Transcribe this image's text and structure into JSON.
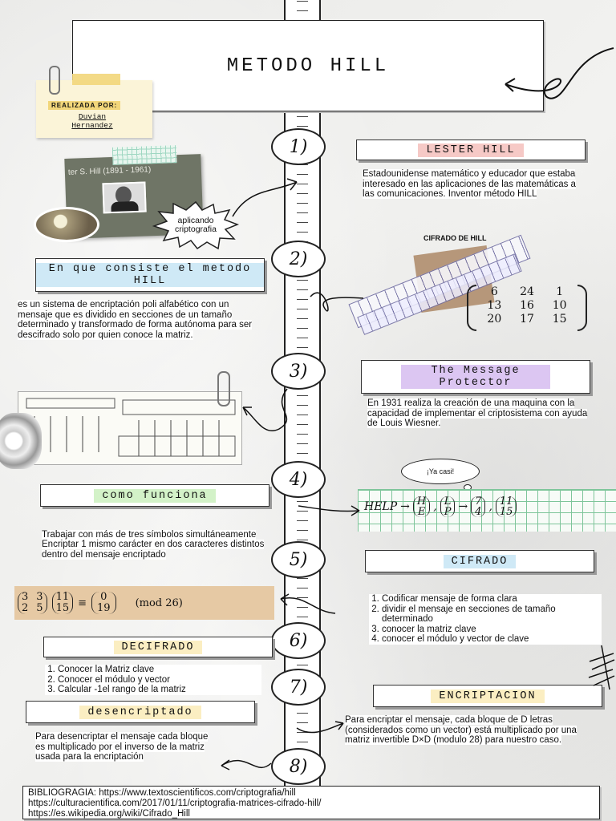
{
  "title": "METODO HILL",
  "author": {
    "label": "REALIZADA POR:",
    "name": "Duvian Hernandez"
  },
  "photo_caption": "ter S. Hill (1891 - 1961)",
  "bubble": "aplicando criptografia",
  "steps": [
    "1)",
    "2)",
    "3)",
    "4)",
    "5)",
    "6)",
    "7)",
    "8)"
  ],
  "s1": {
    "heading": "LESTER HILL",
    "text": "Estadounidense matemático y educador que estaba interesado en las aplicaciones de las matemáticas a las comunicaciones.  Inventor método HILL"
  },
  "s2": {
    "heading": "En que consiste el metodo HILL",
    "text": "es un sistema de encriptación poli alfabético con  un mensaje que es dividido en secciones de un tamaño determinado y transformado de forma autónoma para ser descifrado solo por quien conoce la matriz."
  },
  "cifrado_label": "CIFRADO DE HILL",
  "matrix": [
    [
      "6",
      "24",
      "1"
    ],
    [
      "13",
      "16",
      "10"
    ],
    [
      "20",
      "17",
      "15"
    ]
  ],
  "s3": {
    "heading": "The Message Protector",
    "text": " En 1931 realiza la creación de una maquina con la capacidad de implementar el criptosistema con ayuda de Louis Wiesner."
  },
  "s4": {
    "heading": "como funciona",
    "text": "Trabajar con más de tres símbolos simultáneamente\nEncriptar 1 mismo carácter en dos caracteres distintos dentro del mensaje encriptado"
  },
  "thought": "¡Ya casi!",
  "help_eq": {
    "word": "HELP",
    "pairs": [
      [
        "H",
        "E"
      ],
      [
        "L",
        "P"
      ],
      [
        "7",
        "4"
      ],
      [
        "11",
        "15"
      ]
    ]
  },
  "s5": {
    "heading": "CIFRADO",
    "items": [
      "Codificar mensaje de forma clara",
      "dividir el mensaje en secciones de tamaño determinado",
      "conocer la matriz clave",
      "conocer el módulo y vector de clave"
    ]
  },
  "mod_eq": {
    "m": [
      [
        "3",
        "3"
      ],
      [
        "2",
        "5"
      ]
    ],
    "v": [
      "11",
      "15"
    ],
    "r": [
      "0",
      "19"
    ],
    "mod": "(mod 26)"
  },
  "s6": {
    "heading": "DECIFRADO",
    "items": [
      "Conocer la Matriz clave",
      "Conocer el módulo y vector",
      "Calcular -1el rango de la matriz"
    ]
  },
  "s7": {
    "heading": "ENCRIPTACION",
    "text": "Para encriptar el mensaje, cada bloque de D letras (considerados como un vector) está multiplicado por una matriz invertible D×D (modulo 28) para nuestro caso."
  },
  "s8": {
    "heading": "desencriptado",
    "text": "Para desencriptar el mensaje cada bloque es multiplicado por el inverso de la matriz usada para la encriptación"
  },
  "biblio": [
    "BIBLIOGRAGIA: https://www.textoscientificos.com/criptografia/hill",
    "https://culturacientifica.com/2017/01/11/criptografia-matrices-cifrado-hill/",
    "https://es.wikipedia.org/wiki/Cifrado_Hill"
  ],
  "colors": {
    "pink": "#f6c9c6",
    "blue": "#cfe9f6",
    "purple": "#dcc6f2",
    "green": "#d3f2c8",
    "yellow": "#fbeec2",
    "tape": "#f2d67a"
  }
}
